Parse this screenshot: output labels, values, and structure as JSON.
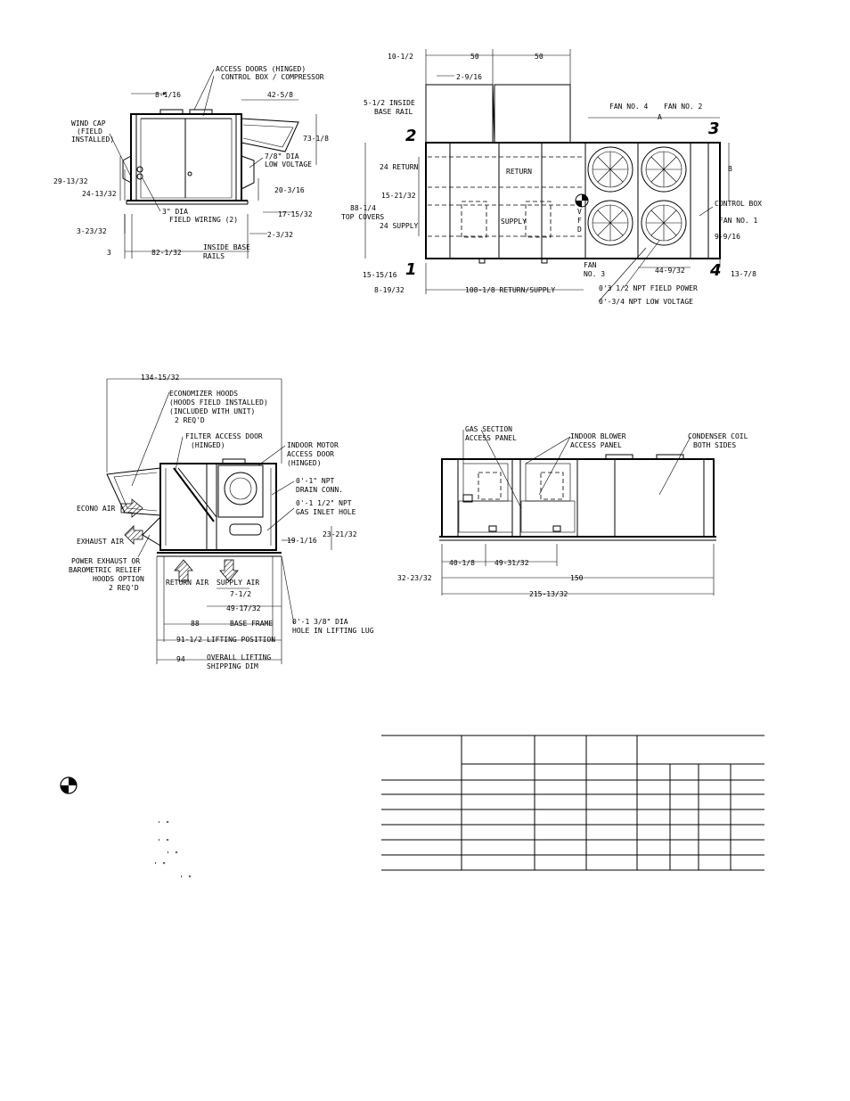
{
  "top_left_view": {
    "labels": {
      "access_doors": "ACCESS DOORS (HINGED)",
      "control_box": "CONTROL BOX / COMPRESSOR",
      "wind_cap_1": "WIND CAP",
      "wind_cap_2": "(FIELD",
      "wind_cap_3": "INSTALLED)",
      "low_voltage_1": "7/8\" DIA",
      "low_voltage_2": "LOW VOLTAGE",
      "field_wiring_1": "3\" DIA",
      "field_wiring_2": "FIELD WIRING (2)",
      "inside_base_1": "INSIDE BASE",
      "inside_base_2": "RAILS"
    },
    "dims": {
      "d1": "8-1/16",
      "d2": "42-5/8",
      "d3": "73-1/8",
      "d4": "29-13/32",
      "d5": "24-13/32",
      "d6": "20-3/16",
      "d7": "17-15/32",
      "d8": "3-23/32",
      "d9": "2-3/32",
      "d10": "3",
      "d11": "82-1/32"
    }
  },
  "top_right_view": {
    "labels": {
      "inside_base_rail_1": "5-1/2 INSIDE",
      "inside_base_rail_2": "BASE RAIL",
      "fan4": "FAN NO. 4",
      "fan2": "FAN NO. 2",
      "fan1": "FAN NO. 1",
      "fan3_1": "FAN",
      "fan3_2": "NO. 3",
      "control_box": "CONTROL BOX",
      "return_center": "RETURN",
      "supply_center": "SUPPLY",
      "field_power": "0'3 1/2 NPT FIELD POWER",
      "low_voltage": "0'-3/4 NPT LOW VOLTAGE",
      "top_covers_1": "88-1/4",
      "top_covers_2": "TOP COVERS",
      "vfd_1": "V",
      "vfd_2": "F",
      "vfd_3": "D",
      "a": "A",
      "b": "B",
      "corner1": "1",
      "corner2": "2",
      "corner3": "3",
      "corner4": "4"
    },
    "dims": {
      "d1": "10-1/2",
      "d2": "50",
      "d3": "50",
      "d4": "2-9/16",
      "d5": "24 RETURN",
      "d6": "15-21/32",
      "d7": "24 SUPPLY",
      "d8": "15-15/16",
      "d9": "8-19/32",
      "d10": "108-1/8 RETURN/SUPPLY",
      "d11": "9-9/16",
      "d12": "44-9/32",
      "d13": "13-7/8"
    }
  },
  "bottom_left_view": {
    "labels": {
      "econ_hoods_1": "ECONOMIZER HOODS",
      "econ_hoods_2": "(HOODS FIELD INSTALLED)",
      "econ_hoods_3": "(INCLUDED WITH UNIT)",
      "econ_hoods_4": "2 REQ'D",
      "filter_door_1": "FILTER ACCESS DOOR",
      "filter_door_2": "(HINGED)",
      "motor_door_1": "INDOOR MOTOR",
      "motor_door_2": "ACCESS DOOR",
      "motor_door_3": "(HINGED)",
      "drain_1": "0'-1\" NPT",
      "drain_2": "DRAIN CONN.",
      "gas_1": "0'-1 1/2\" NPT",
      "gas_2": "GAS INLET HOLE",
      "econo_air": "ECONO AIR",
      "exhaust_air": "EXHAUST AIR",
      "power_exhaust_1": "POWER EXHAUST OR",
      "power_exhaust_2": "BAROMETRIC RELIEF",
      "power_exhaust_3": "HOODS OPTION",
      "power_exhaust_4": "2 REQ'D",
      "return_air": "RETURN AIR",
      "supply_air": "SUPPLY AIR",
      "base_frame": "BASE FRAME",
      "lifting_position": "LIFTING POSITION",
      "overall_lifting": "OVERALL LIFTING",
      "shipping_dim": "SHIPPING DIM",
      "lug_hole_1": "0'-1 3/8\" DIA",
      "lug_hole_2": "HOLE IN LIFTING LUG"
    },
    "dims": {
      "d1": "134-15/32",
      "d2": "23-21/32",
      "d3": "19-1/16",
      "d4": "7-1/2",
      "d5": "49-17/32",
      "d6": "88",
      "d7": "91-1/2",
      "d8": "94"
    }
  },
  "bottom_right_view": {
    "labels": {
      "gas_panel_1": "GAS SECTION",
      "gas_panel_2": "ACCESS PANEL",
      "blower_panel_1": "INDOOR BLOWER",
      "blower_panel_2": "ACCESS PANEL",
      "condenser_1": "CONDENSER COIL",
      "condenser_2": "BOTH SIDES"
    },
    "dims": {
      "d1": "40-1/8",
      "d2": "49-31/32",
      "d3": "32-23/32",
      "d4": "150",
      "d5": "215-13/32"
    }
  },
  "legend": {
    "marks": [
      "' \"",
      "' \"",
      "' \"",
      "' \"",
      "' \""
    ]
  }
}
